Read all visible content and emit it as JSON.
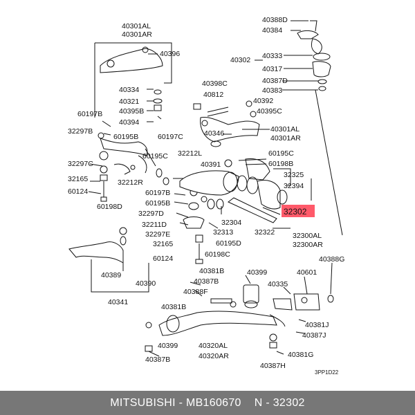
{
  "labels": [
    {
      "id": "l1",
      "text": "40301AL"
    },
    {
      "id": "l2",
      "text": "40301AR"
    },
    {
      "id": "l3",
      "text": "40396"
    },
    {
      "id": "l4",
      "text": "40334"
    },
    {
      "id": "l5",
      "text": "40321"
    },
    {
      "id": "l6",
      "text": "40395B"
    },
    {
      "id": "l7",
      "text": "40394"
    },
    {
      "id": "l8",
      "text": "60197B"
    },
    {
      "id": "l9",
      "text": "32297B"
    },
    {
      "id": "l10",
      "text": "60195B"
    },
    {
      "id": "l11",
      "text": "60197C"
    },
    {
      "id": "l12",
      "text": "32297C"
    },
    {
      "id": "l13",
      "text": "60195C"
    },
    {
      "id": "l14",
      "text": "32165"
    },
    {
      "id": "l15",
      "text": "32212R"
    },
    {
      "id": "l16",
      "text": "60124"
    },
    {
      "id": "l17",
      "text": "60198D"
    },
    {
      "id": "l18",
      "text": "60197B"
    },
    {
      "id": "l19",
      "text": "60195B"
    },
    {
      "id": "l20",
      "text": "32297D"
    },
    {
      "id": "l21",
      "text": "32211D"
    },
    {
      "id": "l22",
      "text": "32297E"
    },
    {
      "id": "l23",
      "text": "32165"
    },
    {
      "id": "l24",
      "text": "60124"
    },
    {
      "id": "l25",
      "text": "40389"
    },
    {
      "id": "l26",
      "text": "40390"
    },
    {
      "id": "l27",
      "text": "40341"
    },
    {
      "id": "l28",
      "text": "40388D"
    },
    {
      "id": "l29",
      "text": "40384"
    },
    {
      "id": "l30",
      "text": "40302"
    },
    {
      "id": "l31",
      "text": "40333"
    },
    {
      "id": "l32",
      "text": "40317"
    },
    {
      "id": "l33",
      "text": "40387D"
    },
    {
      "id": "l34",
      "text": "40383"
    },
    {
      "id": "l35",
      "text": "40398C"
    },
    {
      "id": "l36",
      "text": "40812"
    },
    {
      "id": "l37",
      "text": "40392"
    },
    {
      "id": "l38",
      "text": "40395C"
    },
    {
      "id": "l39",
      "text": "40346"
    },
    {
      "id": "l40",
      "text": "40301AL"
    },
    {
      "id": "l41",
      "text": "40301AR"
    },
    {
      "id": "l42",
      "text": "32212L"
    },
    {
      "id": "l43",
      "text": "40391"
    },
    {
      "id": "l44",
      "text": "60195C"
    },
    {
      "id": "l45",
      "text": "60198B"
    },
    {
      "id": "l46",
      "text": "32325"
    },
    {
      "id": "l47",
      "text": "32394"
    },
    {
      "id": "l48",
      "text": "32304"
    },
    {
      "id": "l49",
      "text": "32313"
    },
    {
      "id": "l50",
      "text": "32322"
    },
    {
      "id": "l51",
      "text": "60195D"
    },
    {
      "id": "l52",
      "text": "60198C"
    },
    {
      "id": "l53",
      "text": "32300AL"
    },
    {
      "id": "l54",
      "text": "32300AR"
    },
    {
      "id": "l55",
      "text": "40381B"
    },
    {
      "id": "l56",
      "text": "40387B"
    },
    {
      "id": "l57",
      "text": "40399"
    },
    {
      "id": "l58",
      "text": "40335"
    },
    {
      "id": "l59",
      "text": "40601"
    },
    {
      "id": "l60",
      "text": "40388G"
    },
    {
      "id": "l61",
      "text": "40388F"
    },
    {
      "id": "l62",
      "text": "40381B"
    },
    {
      "id": "l63",
      "text": "40399"
    },
    {
      "id": "l64",
      "text": "40387B"
    },
    {
      "id": "l65",
      "text": "40320AL"
    },
    {
      "id": "l66",
      "text": "40320AR"
    },
    {
      "id": "l67",
      "text": "40381J"
    },
    {
      "id": "l68",
      "text": "40387J"
    },
    {
      "id": "l69",
      "text": "40381G"
    },
    {
      "id": "l70",
      "text": "40387H"
    },
    {
      "id": "l71",
      "text": "3PP1D22"
    }
  ],
  "highlight": {
    "text": "32302",
    "color": "#ff5a6a"
  },
  "footer": {
    "brand": "MITSUBISHI",
    "part_no": "MB160670",
    "ref_label": "N",
    "ref_value": "32302",
    "separator": " - "
  },
  "colors": {
    "line": "#111111",
    "footer_bg": "#777777",
    "footer_text": "#ffffff"
  }
}
